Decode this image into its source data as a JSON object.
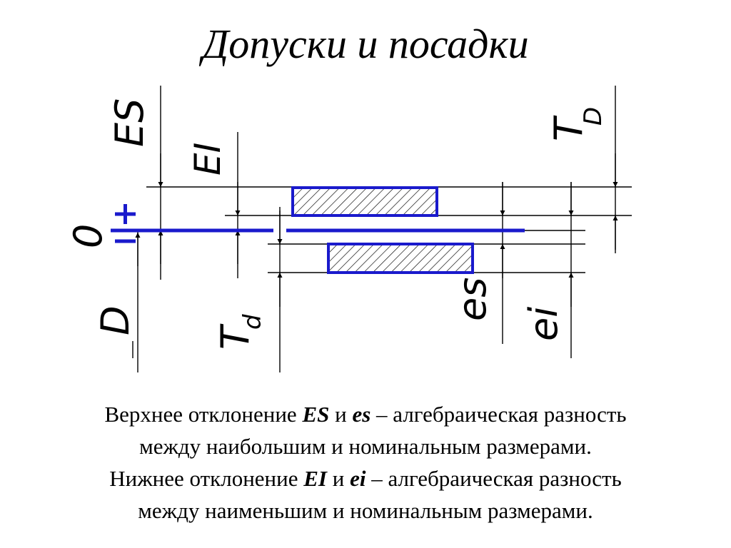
{
  "title": "Допуски и посадки",
  "diagram": {
    "labels": {
      "ES": "ES",
      "EI": "EI",
      "T": "T",
      "T_D_sub": "D",
      "T_d_sub": "d",
      "es": "es",
      "ei": "ei",
      "D": "D",
      "zero": "0",
      "plus": "+",
      "minus": "−"
    },
    "colors": {
      "zero_line": "#1a1acc",
      "zone_border": "#1a1acc",
      "lines": "#000000"
    }
  },
  "description": {
    "line1_a": "Верхнее отклонение ",
    "line1_b": "ES",
    "line1_c": " и ",
    "line1_d": "es",
    "line1_e": " – алгебраическая разность",
    "line2": "между наибольшим и номинальным размерами.",
    "line3_a": "Нижнее отклонение ",
    "line3_b": "EI",
    "line3_c": " и ",
    "line3_d": "ei",
    "line3_e": " – алгебраическая разность",
    "line4": "между наименьшим и номинальным размерами."
  }
}
